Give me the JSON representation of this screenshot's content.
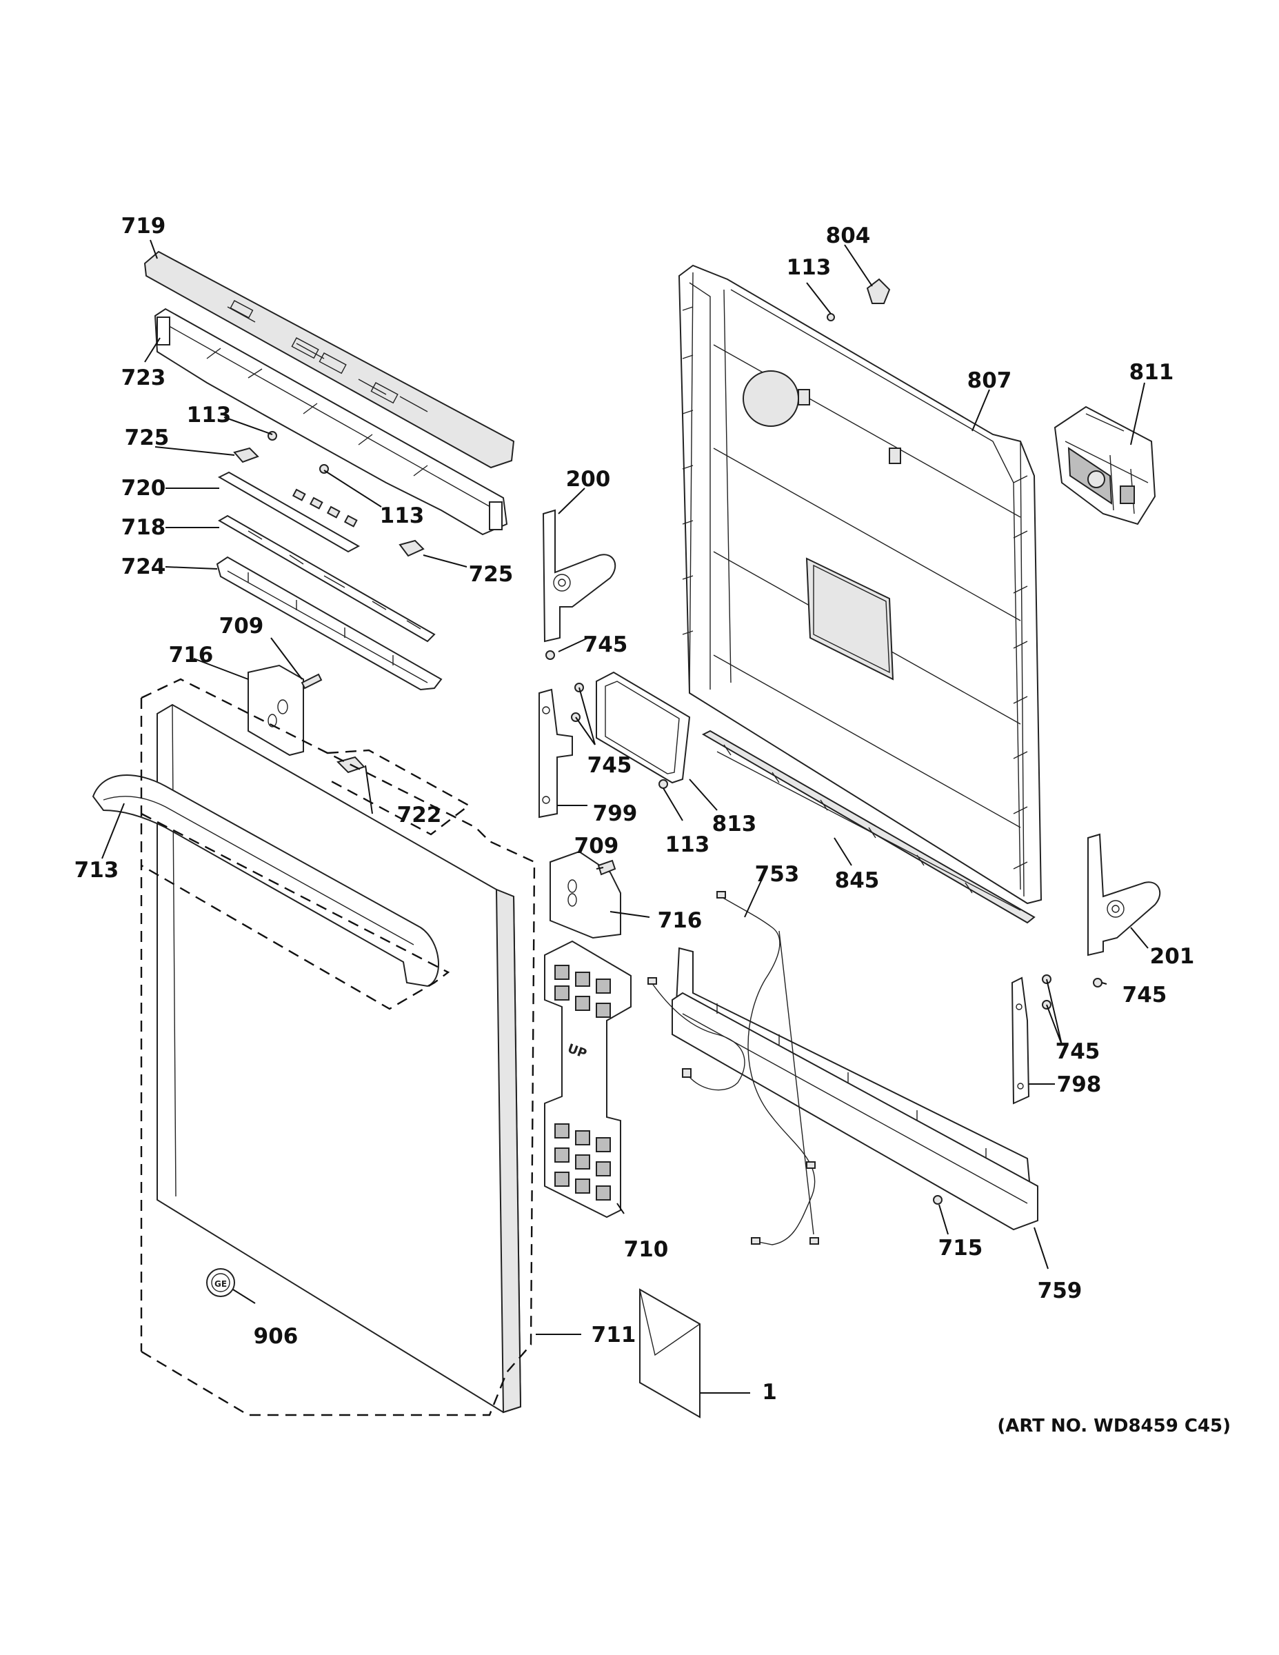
{
  "diagram": {
    "art_number": "(ART NO. WD8459 C45)",
    "callouts": {
      "c719": "719",
      "c723": "723",
      "c113_a": "113",
      "c725_a": "725",
      "c720": "720",
      "c718": "718",
      "c724": "724",
      "c113_b": "113",
      "c725_b": "725",
      "c709_a": "709",
      "c716_a": "716",
      "c200": "200",
      "c745_a": "745",
      "c745_b": "745",
      "c799": "799",
      "c813": "813",
      "c113_c": "113",
      "c804": "804",
      "c113_d": "113",
      "c807": "807",
      "c811": "811",
      "c845": "845",
      "c722": "722",
      "c713": "713",
      "c709_b": "709",
      "c716_b": "716",
      "c753": "753",
      "c201": "201",
      "c745_c": "745",
      "c745_d": "745",
      "c798": "798",
      "c710": "710",
      "c715": "715",
      "c759": "759",
      "c906": "906",
      "c711": "711",
      "c1": "1"
    },
    "part_marks": {
      "up_label": "UP",
      "logo_label": "GE"
    }
  }
}
